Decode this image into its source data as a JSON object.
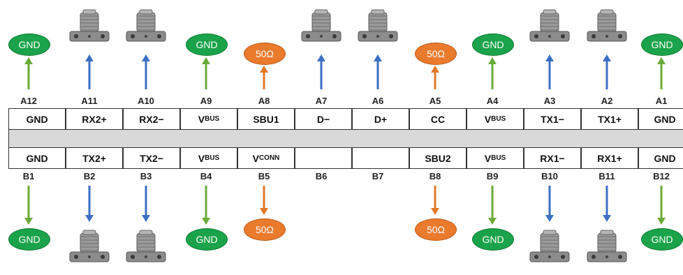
{
  "colors": {
    "gnd_badge": "#1aa34a",
    "ohm_badge": "#ea7a2c",
    "arrow_green": "#6aaa3a",
    "arrow_blue": "#3c6fc4",
    "arrow_orange": "#e07828",
    "mid_bar": "#d9d9d9"
  },
  "top_pins": [
    "A12",
    "A11",
    "A10",
    "A9",
    "A8",
    "A7",
    "A6",
    "A5",
    "A4",
    "A3",
    "A2",
    "A1"
  ],
  "bottom_pins": [
    "B1",
    "B2",
    "B3",
    "B4",
    "B5",
    "B6",
    "B7",
    "B8",
    "B9",
    "B10",
    "B11",
    "B12"
  ],
  "top_signals": [
    {
      "main": "GND",
      "sub": ""
    },
    {
      "main": "RX2+",
      "sub": ""
    },
    {
      "main": "RX2−",
      "sub": ""
    },
    {
      "main": "V",
      "sub": "BUS"
    },
    {
      "main": "SBU1",
      "sub": ""
    },
    {
      "main": "D−",
      "sub": ""
    },
    {
      "main": "D+",
      "sub": ""
    },
    {
      "main": "CC",
      "sub": ""
    },
    {
      "main": "V",
      "sub": "BUS"
    },
    {
      "main": "TX1−",
      "sub": ""
    },
    {
      "main": "TX1+",
      "sub": ""
    },
    {
      "main": "GND",
      "sub": ""
    }
  ],
  "bottom_signals": [
    {
      "main": "GND",
      "sub": ""
    },
    {
      "main": "TX2+",
      "sub": ""
    },
    {
      "main": "TX2−",
      "sub": ""
    },
    {
      "main": "V",
      "sub": "BUS"
    },
    {
      "main": "V",
      "sub": "CONN"
    },
    {
      "main": "",
      "sub": ""
    },
    {
      "main": "",
      "sub": ""
    },
    {
      "main": "SBU2",
      "sub": ""
    },
    {
      "main": "V",
      "sub": "BUS"
    },
    {
      "main": "RX1−",
      "sub": ""
    },
    {
      "main": "RX1+",
      "sub": ""
    },
    {
      "main": "GND",
      "sub": ""
    }
  ],
  "top_terminations": [
    "gnd",
    "sma",
    "sma",
    "gnd",
    "ohm",
    "sma",
    "sma",
    "ohm",
    "gnd",
    "sma",
    "sma",
    "gnd"
  ],
  "bottom_terminations": [
    "gnd",
    "sma",
    "sma",
    "gnd",
    "ohm",
    "none",
    "none",
    "ohm",
    "gnd",
    "sma",
    "sma",
    "gnd"
  ],
  "badge_text": {
    "gnd": "GND",
    "ohm": "50Ω"
  },
  "icons": {
    "sma": "sma-connector-icon"
  }
}
